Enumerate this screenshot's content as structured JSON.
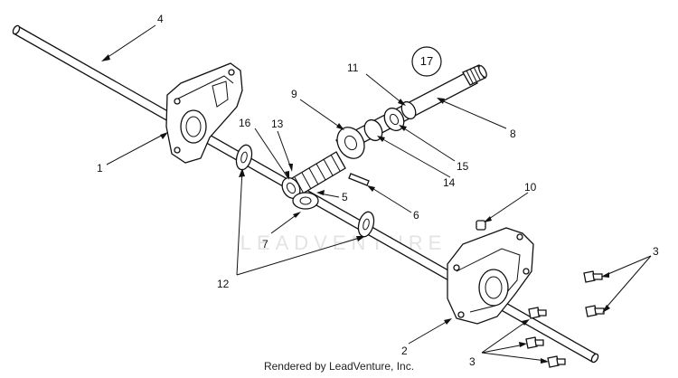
{
  "diagram": {
    "callouts": {
      "c1": "1",
      "c2": "2",
      "c3a": "3",
      "c3b": "3",
      "c4": "4",
      "c5": "5",
      "c6": "6",
      "c7": "7",
      "c8": "8",
      "c9": "9",
      "c10": "10",
      "c11": "11",
      "c12": "12",
      "c13": "13",
      "c14": "14",
      "c15": "15",
      "c16": "16"
    },
    "figure_number": "17"
  },
  "watermark": "LEADVENTURE",
  "footer": "Rendered by LeadVenture, Inc."
}
